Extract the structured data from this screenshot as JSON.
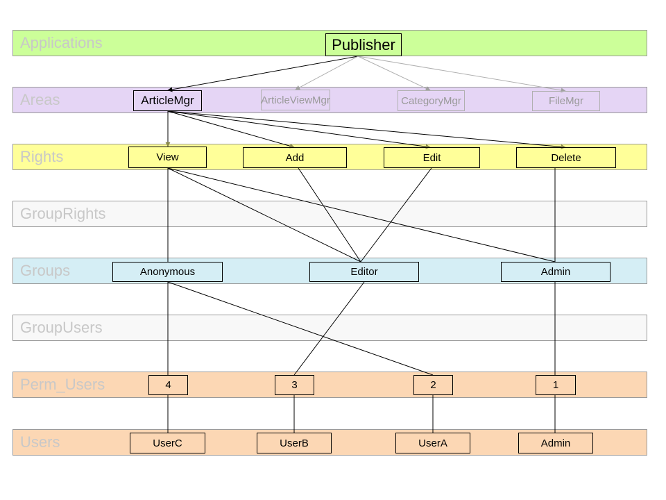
{
  "colors": {
    "applications": "#ccff99",
    "areas": "#e5d5f5",
    "rights": "#ffff99",
    "group_rights": "#f8f8f8",
    "groups": "#d5eef5",
    "group_users": "#f8f8f8",
    "perm_users": "#fcd7b4",
    "users": "#fcd7b4",
    "line": "#000000",
    "faint_line": "#b0b0b0"
  },
  "bands": [
    {
      "id": "applications",
      "label": "Applications"
    },
    {
      "id": "areas",
      "label": "Areas"
    },
    {
      "id": "rights",
      "label": "Rights"
    },
    {
      "id": "group_rights",
      "label": "GroupRights"
    },
    {
      "id": "groups",
      "label": "Groups"
    },
    {
      "id": "group_users",
      "label": "GroupUsers"
    },
    {
      "id": "perm_users",
      "label": "Perm_Users"
    },
    {
      "id": "users",
      "label": "Users"
    }
  ],
  "nodes": {
    "publisher": "Publisher",
    "article_mgr": "ArticleMgr",
    "article_view_mgr": "ArticleViewMgr",
    "category_mgr": "CategoryMgr",
    "file_mgr": "FileMgr",
    "view": "View",
    "add": "Add",
    "edit": "Edit",
    "delete": "Delete",
    "anonymous": "Anonymous",
    "editor": "Editor",
    "admin_group": "Admin",
    "perm_4": "4",
    "perm_3": "3",
    "perm_2": "2",
    "perm_1": "1",
    "user_c": "UserC",
    "user_b": "UserB",
    "user_a": "UserA",
    "admin_user": "Admin"
  }
}
